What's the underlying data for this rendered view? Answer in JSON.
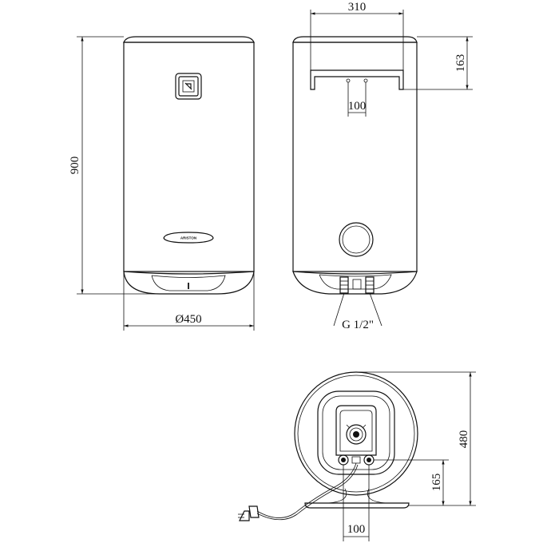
{
  "dimensions": {
    "height_total": "900",
    "diameter": "Ø450",
    "width_back": "310",
    "bracket_height": "163",
    "bracket_spacing": "100",
    "pipe_thread": "G 1/2\"",
    "bottom_height": "480",
    "pipe_height": "165",
    "pipe_spacing": "100"
  },
  "brand": {
    "logo_text": "ARISTON"
  },
  "colors": {
    "line": "#111111",
    "background": "#ffffff"
  }
}
